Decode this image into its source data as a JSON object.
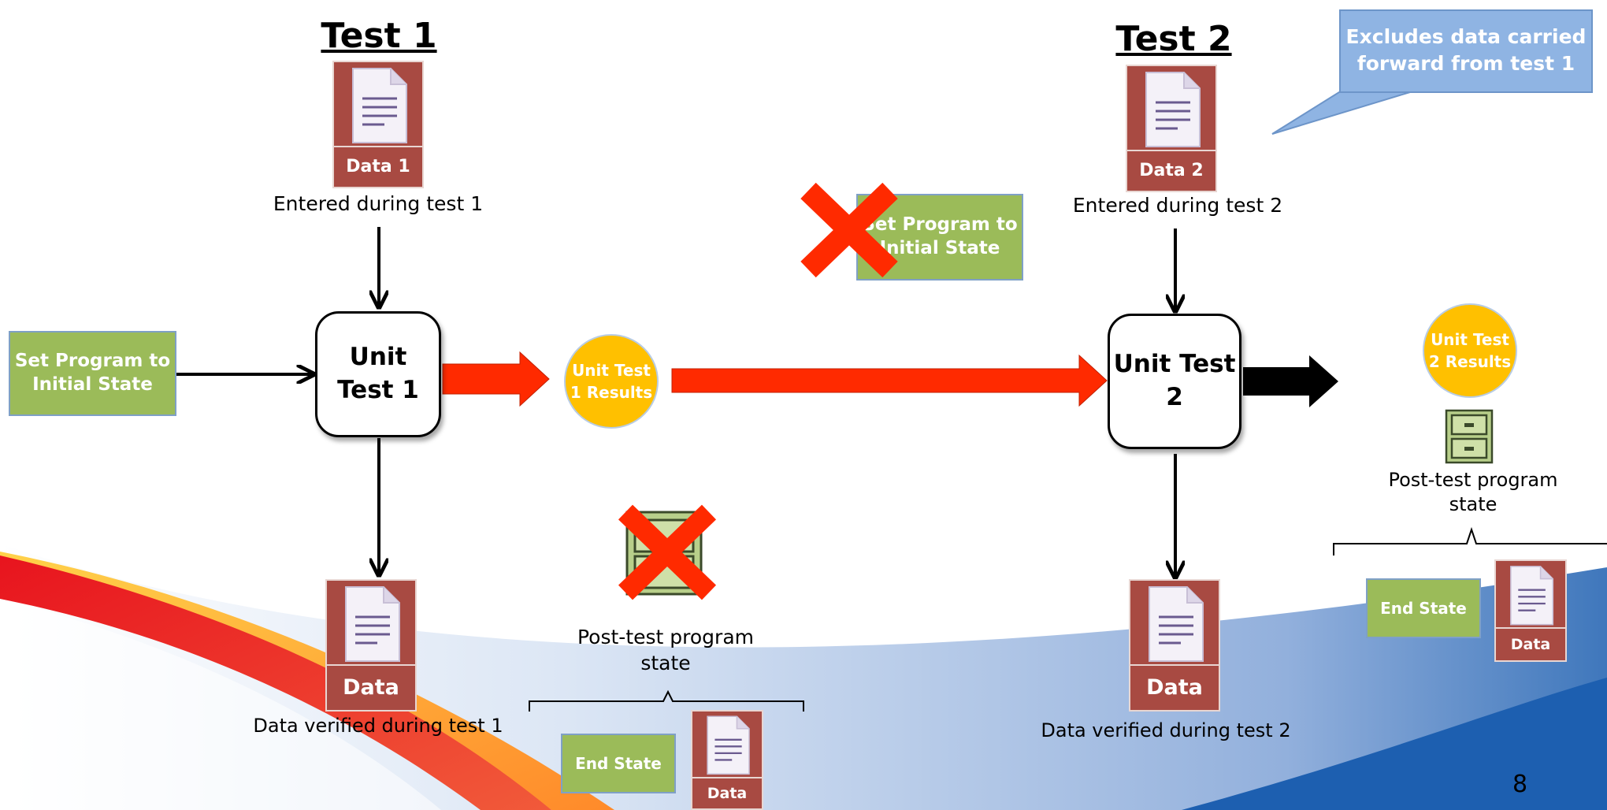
{
  "test1": {
    "title": "Test 1",
    "input_doc_label": "Data 1",
    "input_caption": "Entered during test 1",
    "unit_label": "Unit Test 1",
    "results_label": "Unit Test 1 Results",
    "output_doc_label": "Data",
    "output_caption": "Data verified during test 1",
    "set_program_label": "Set Program to Initial State",
    "post_state_caption": "Post-test program state",
    "end_state_label": "End State",
    "end_doc_label": "Data"
  },
  "crossed_set_program_label": "Set Program to Initial State",
  "test2": {
    "title": "Test 2",
    "input_doc_label": "Data 2",
    "input_caption": "Entered during test 2",
    "unit_label": "Unit Test 2",
    "results_label": "Unit Test 2 Results",
    "output_doc_label": "Data",
    "output_caption": "Data verified during test 2",
    "post_state_caption": "Post-test program state",
    "end_state_label": "End State",
    "end_doc_label": "Data"
  },
  "callout": "Excludes data carried forward from test 1",
  "page_number": "8",
  "colors": {
    "green_box": "#9bbb59",
    "doc_red": "#a84a42",
    "results_yellow": "#ffc000",
    "arrow_red": "#ff2a00",
    "callout_blue": "#8fb4e3"
  }
}
